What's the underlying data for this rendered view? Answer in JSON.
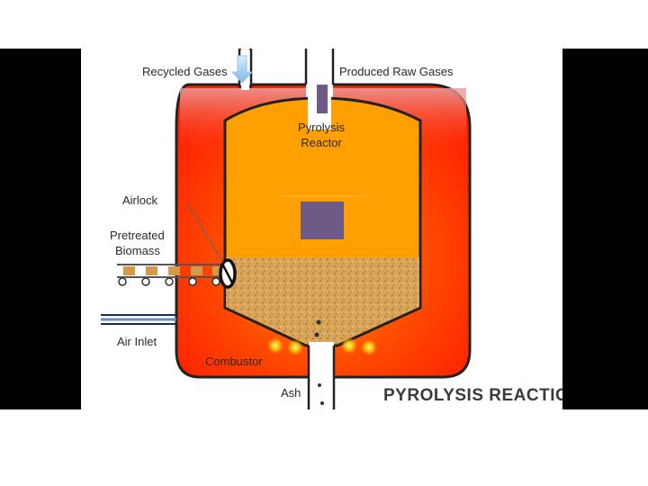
{
  "labels": {
    "recycled_gases": "Recycled Gases",
    "produced_raw_gases": "Produced Raw Gases",
    "pyrolysis_reactor_line1": "Pyrolysis",
    "pyrolysis_reactor_line2": "Reactor",
    "airlock": "Airlock",
    "pretreated_line1": "Pretreated",
    "pretreated_line2": "Biomass",
    "air_inlet": "Air Inlet",
    "combustor": "Combustor",
    "ash": "Ash"
  },
  "title": "PYROLYSIS REACTION",
  "colors": {
    "letterbox": "#000000",
    "combustor_hot": "#ff2a00",
    "combustor_glow": "#ff8c00",
    "reactor": "#ffa000",
    "biomass": "#d49a4a",
    "gas_block": "#6e5a86"
  }
}
